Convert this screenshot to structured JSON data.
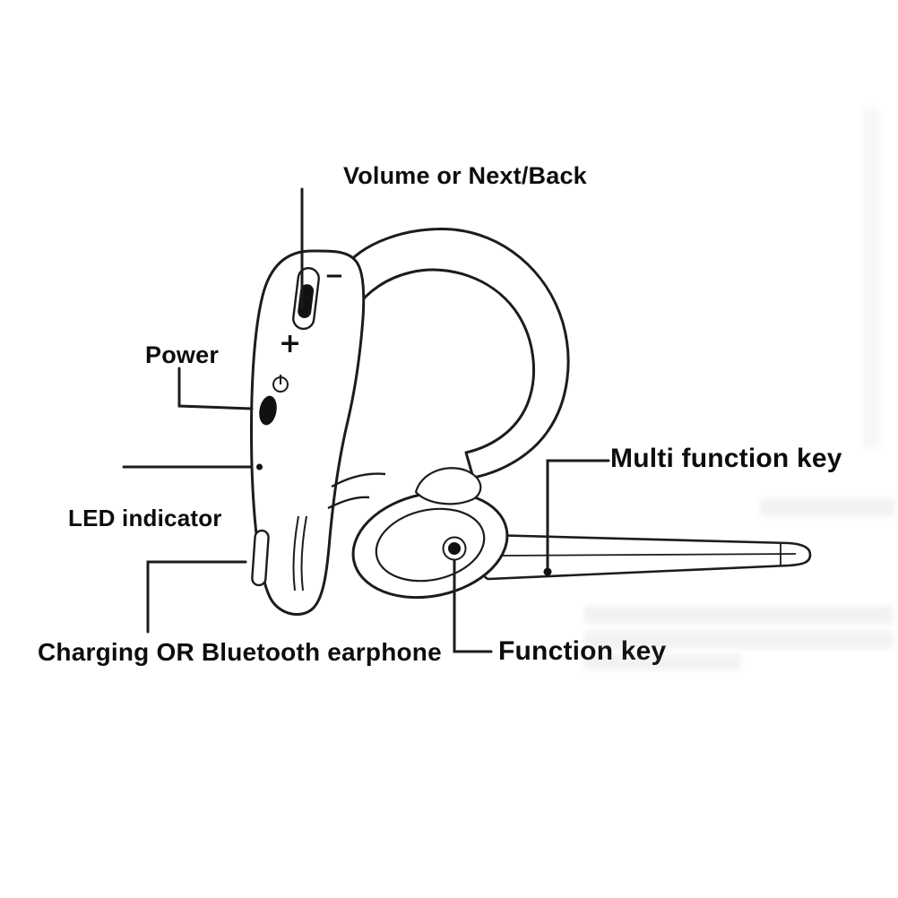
{
  "labels": {
    "volume": "Volume or Next/Back",
    "power": "Power",
    "led": "LED indicator",
    "charging": "Charging OR Bluetooth earphone",
    "multi_function": "Multi function key",
    "function_key": "Function key"
  },
  "marks": {
    "minus": "−",
    "plus": "+"
  },
  "colors": {
    "line": "#1c1c1c",
    "background": "#ffffff"
  }
}
